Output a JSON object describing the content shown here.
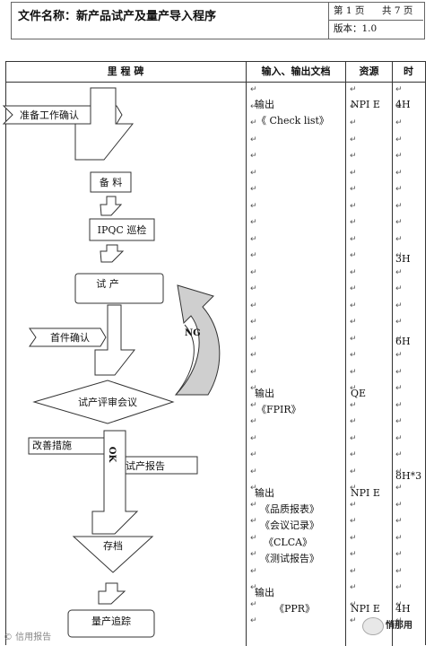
{
  "header": {
    "doc_name": "文件名称：新产品试产及量产导入程序",
    "page_label": "第 1 页",
    "total_pages": "共 7 页",
    "version": "版本：1.0"
  },
  "columns": {
    "milestone": "里 程 碑",
    "docs": "输入、输出文档",
    "resource": "资源",
    "time": "时"
  },
  "flow": {
    "prep_confirm": "准备工作确认",
    "material": "备 料",
    "ipqc": "IPQC 巡检",
    "trial": "试 产",
    "first_piece": "首件确认",
    "ng": "NG",
    "review_meeting": "试产评审会议",
    "improve": "改善措施",
    "ok": "OK",
    "trial_report": "试产报告",
    "archive": "存档",
    "mass_track": "量产追踪"
  },
  "rows": [
    {
      "doc": "输出",
      "res": "NPI E",
      "time": "4H"
    },
    {
      "doc": "《 Check list》",
      "res": "",
      "time": ""
    },
    {
      "doc": "",
      "res": "",
      "time": "3H"
    },
    {
      "doc": "",
      "res": "",
      "time": "6H"
    },
    {
      "doc": "输出",
      "res": "QE",
      "time": ""
    },
    {
      "doc": "《FPIR》",
      "res": "",
      "time": ""
    },
    {
      "doc": "",
      "res": "",
      "time": "8H*3"
    },
    {
      "doc": "输出",
      "res": "NPI E",
      "time": ""
    },
    {
      "doc": "《品质报表》",
      "res": "",
      "time": ""
    },
    {
      "doc": "《会议记录》",
      "res": "",
      "time": ""
    },
    {
      "doc": "《CLCA》",
      "res": "",
      "time": ""
    },
    {
      "doc": "《测试报告》",
      "res": "",
      "time": ""
    },
    {
      "doc": "输出",
      "res": "NPI E",
      "time": "4H"
    },
    {
      "doc": "《PPR》",
      "res": "",
      "time": ""
    }
  ],
  "watermark": {
    "left": "© 信用报告",
    "right": "悄那用"
  }
}
